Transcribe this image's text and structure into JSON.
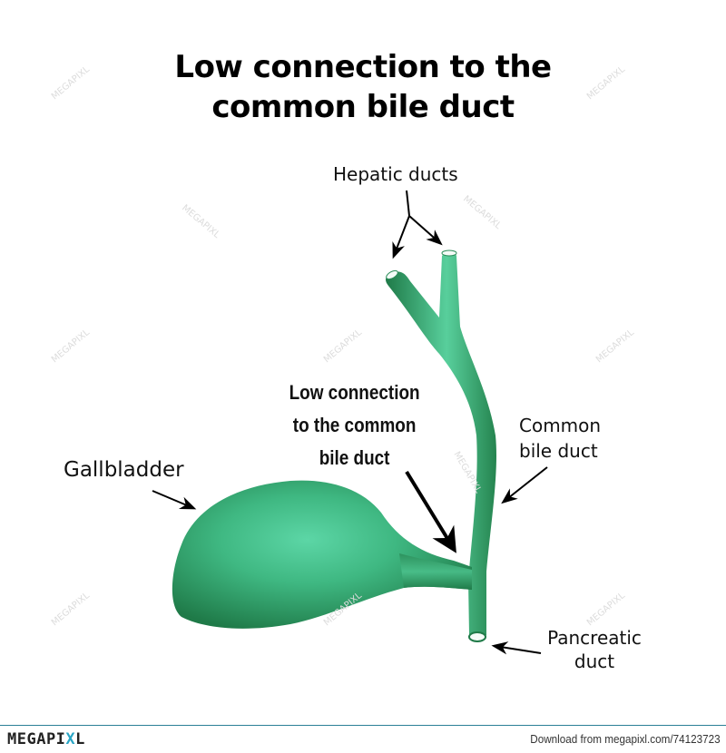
{
  "title": {
    "line1": "Low connection to the",
    "line2": "common bile duct"
  },
  "labels": {
    "hepatic_ducts": "Hepatic ducts",
    "common_bile_duct_line1": "Common",
    "common_bile_duct_line2": "bile duct",
    "gallbladder": "Gallbladder",
    "pancreatic_duct_line1": "Pancreatic",
    "pancreatic_duct_line2": "duct",
    "low_connection_line1": "Low connection",
    "low_connection_line2": "to the common",
    "low_connection_line3": "bile duct"
  },
  "colors": {
    "organ_dark": "#1f7a48",
    "organ_mid": "#2f9e68",
    "organ_light": "#5cd6a6",
    "footer_line": "#2a7f96",
    "logo_accent": "#2aa6c6"
  },
  "footer": {
    "logo_prefix": "MEGAPI",
    "logo_accent": "X",
    "logo_suffix": "L",
    "download_text": "Download from megapixl.com/74123723"
  },
  "watermark": "MEGAPIXL"
}
